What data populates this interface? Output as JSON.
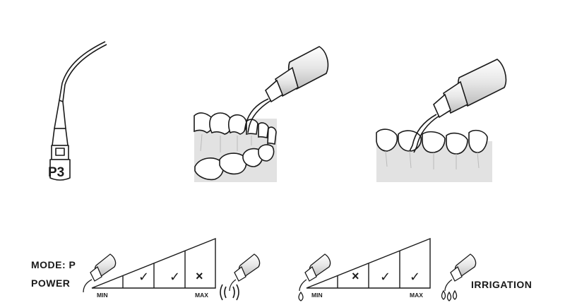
{
  "tip": {
    "id": "P3"
  },
  "mode": {
    "label": "MODE: P"
  },
  "power": {
    "label": "POWER",
    "min_label": "MIN",
    "max_label": "MAX",
    "levels": [
      "✓",
      "✓",
      "×"
    ]
  },
  "irrigation": {
    "label": "IRRIGATION",
    "min_label": "MIN",
    "max_label": "MAX",
    "levels": [
      "×",
      "✓",
      "✓"
    ]
  },
  "icons": {
    "tip": "scaler-tip-icon",
    "handpiece": "handpiece-icon",
    "vibration": "vibration-icon",
    "water-drop": "water-drop-icon"
  }
}
